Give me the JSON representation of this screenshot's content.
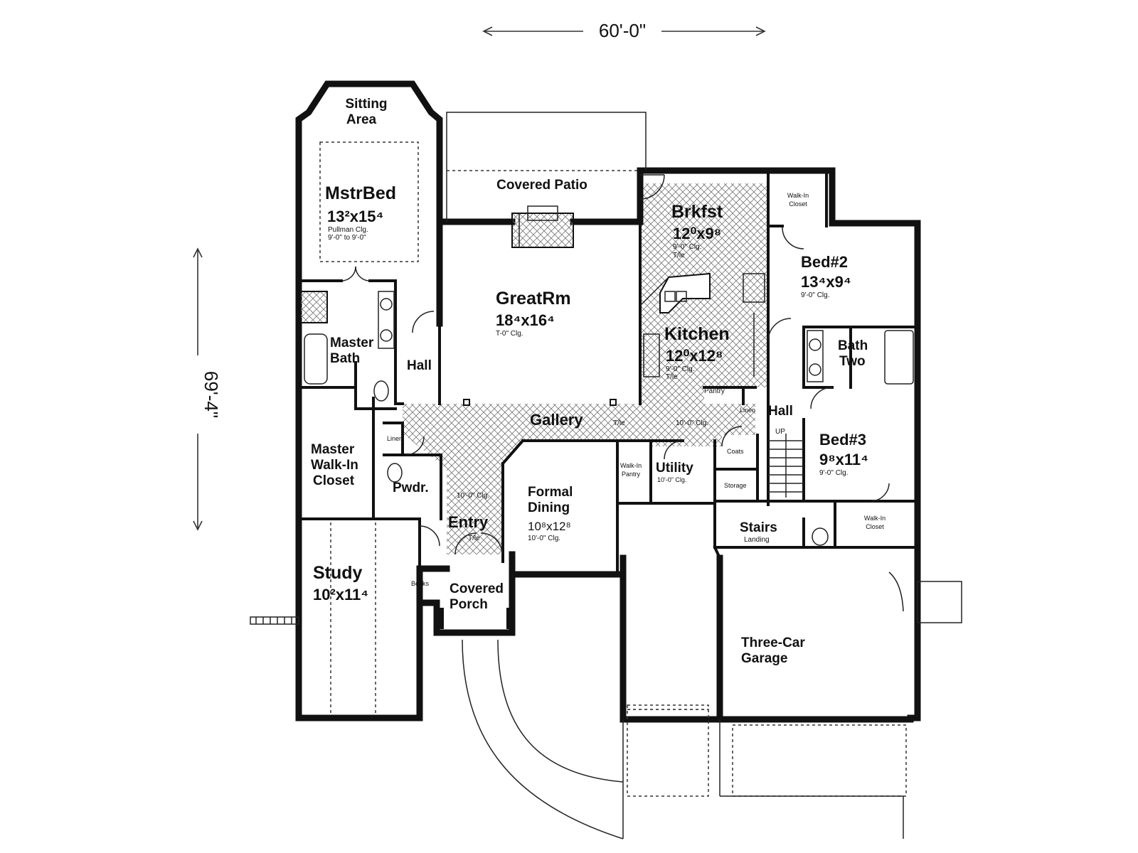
{
  "dimensions": {
    "width": "60'-0\"",
    "depth": "69'-4\""
  },
  "rooms": {
    "sitting": {
      "line1": "Sitting",
      "line2": "Area"
    },
    "mstr_bed": {
      "name": "MstrBed",
      "size": "13²x15⁴",
      "note1": "Pullman Clg.",
      "note2": "9'-0\" to 9'-0\""
    },
    "covered_patio": {
      "name": "Covered Patio"
    },
    "brkfst": {
      "name": "Brkfst",
      "size": "12⁰x9⁸",
      "note1": "9'-0\" Clg.",
      "note2": "T/le"
    },
    "walkin_closet_top": {
      "line1": "Walk-In",
      "line2": "Closet"
    },
    "bed2": {
      "name": "Bed#2",
      "size": "13⁴x9⁴",
      "note": "9'-0\" Clg."
    },
    "great_rm": {
      "name": "GreatRm",
      "size": "18⁴x16⁴",
      "note": "T-0\" Clg."
    },
    "master_bath": {
      "line1": "Master",
      "line2": "Bath"
    },
    "hall_left": {
      "name": "Hall"
    },
    "kitchen": {
      "name": "Kitchen",
      "size": "12⁰x12⁸",
      "note1": "9'-0\" Clg.",
      "note2": "T/le"
    },
    "pantry": {
      "name": "Pantry"
    },
    "bath_two": {
      "line1": "Bath",
      "line2": "Two"
    },
    "hall_right": {
      "name": "Hall"
    },
    "up": {
      "name": "UP"
    },
    "linen_right": {
      "name": "Linen"
    },
    "gallery": {
      "name": "Gallery",
      "note1": "T/le",
      "note2": "10'-0\" Clg."
    },
    "bed3": {
      "name": "Bed#3",
      "size": "9⁸x11⁴",
      "note": "9'-0\" Clg."
    },
    "linen_left": {
      "name": "Linen"
    },
    "master_walkin": {
      "line1": "Master",
      "line2": "Walk-In",
      "line3": "Closet"
    },
    "pwdr": {
      "name": "Pwdr."
    },
    "entry_clg": {
      "name": "10'-0\" Clg."
    },
    "walkin_pantry": {
      "line1": "Walk-In",
      "line2": "Pantry"
    },
    "utility": {
      "name": "Utility",
      "note": "10'-0\" Clg."
    },
    "coats": {
      "name": "Coats"
    },
    "storage": {
      "name": "Storage"
    },
    "formal_dining": {
      "line1": "Formal",
      "line2": "Dining",
      "size": "10⁸x12⁸",
      "note": "10'-0\" Clg."
    },
    "entry": {
      "name": "Entry",
      "note": "T/le"
    },
    "stairs": {
      "name": "Stairs",
      "note": "Landing"
    },
    "walkin_closet_bed3": {
      "line1": "Walk-In",
      "line2": "Closet"
    },
    "study": {
      "name": "Study",
      "size": "10²x11⁴"
    },
    "books": {
      "name": "Books"
    },
    "covered_porch": {
      "line1": "Covered",
      "line2": "Porch"
    },
    "garage": {
      "line1": "Three-Car",
      "line2": "Garage"
    }
  }
}
